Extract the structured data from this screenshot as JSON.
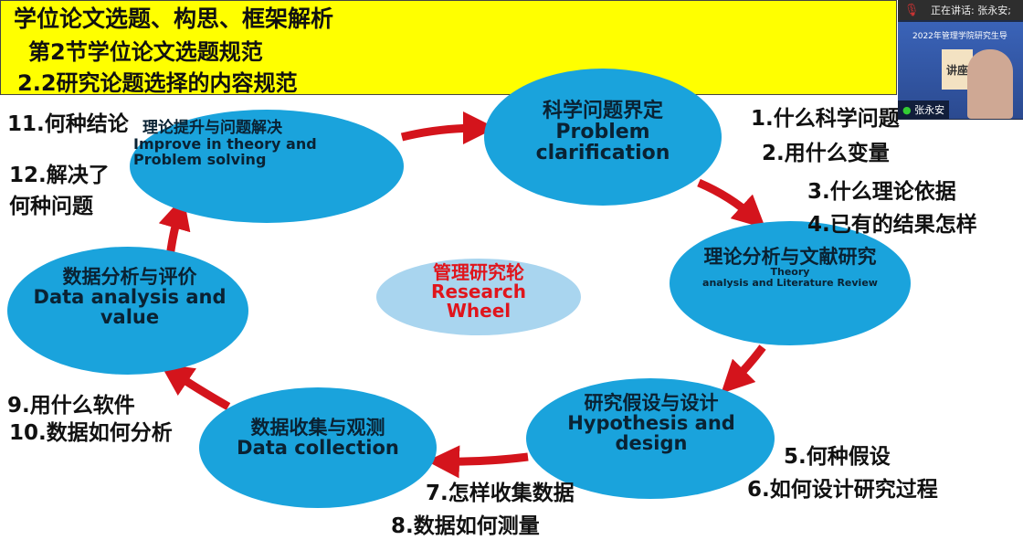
{
  "header": {
    "line1": "学位论文选题、构思、框架解析",
    "line2": "第2节学位论文选题规范",
    "line3": "2.2研究论题选择的内容规范"
  },
  "wheel": {
    "center": {
      "cn": "管理研究轮",
      "en1": "Research",
      "en2": "Wheel"
    },
    "nodes": [
      {
        "cn": "理论提升与问题解决",
        "en": "Improve in theory and Problem solving"
      },
      {
        "cn": "科学问题界定",
        "en": "Problem clarification"
      },
      {
        "cn": "理论分析与文献研究",
        "en_a": "Theory",
        "en_b": "analysis and Literature Review"
      },
      {
        "cn": "研究假设与设计",
        "en": "Hypothesis and design"
      },
      {
        "cn": "数据收集与观测",
        "en": "Data collection"
      },
      {
        "cn": "数据分析与评价",
        "en": "Data analysis and value"
      }
    ]
  },
  "annotations": {
    "a1": "1.什么科学问题",
    "a2": "2.用什么变量",
    "a3": "3.什么理论依据",
    "a4": "4.已有的结果怎样",
    "a5": "5.何种假设",
    "a6": "6.如何设计研究过程",
    "a7": "7.怎样收集数据",
    "a8": "8.数据如何测量",
    "a9": "9.用什么软件",
    "a10": "10.数据如何分析",
    "a11": "11.何种结论",
    "a12a": "12.解决了",
    "a12b": "何种问题"
  },
  "video": {
    "speaking": "正在讲话: 张永安;",
    "slide_title": "2022年管理学院研究生导",
    "slide_badge": "讲座",
    "speaker": "张永安"
  },
  "colors": {
    "ellipse": "#1aa3dc",
    "center": "#a9d5ef",
    "arrow": "#d4141c",
    "header": "#ffff00"
  }
}
